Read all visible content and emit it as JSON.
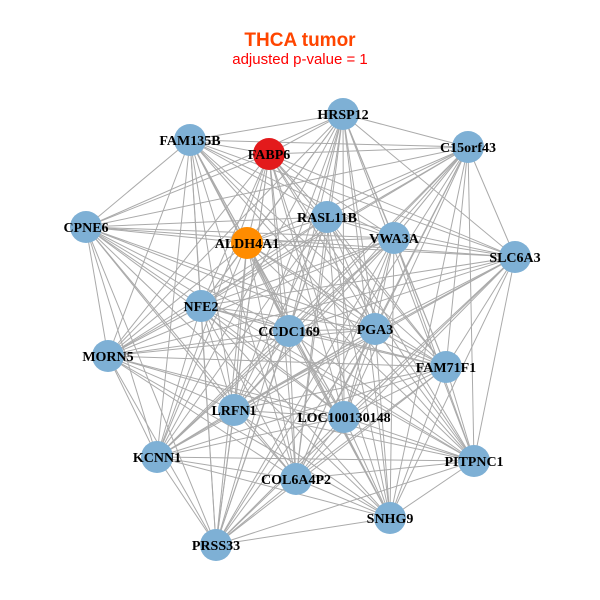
{
  "title": "THCA tumor",
  "subtitle": "adjusted p-value = 1",
  "colors": {
    "default_node": "#7eb0d5",
    "highlight_red": "#e31a1c",
    "highlight_orange": "#ff8c00",
    "edge": "#aaaaaa"
  },
  "nodes": [
    {
      "id": "HRSP12",
      "color": "default"
    },
    {
      "id": "FAM135B",
      "color": "default"
    },
    {
      "id": "FABP6",
      "color": "red"
    },
    {
      "id": "C15orf43",
      "color": "default"
    },
    {
      "id": "RASL11B",
      "color": "default"
    },
    {
      "id": "ALDH4A1",
      "color": "orange"
    },
    {
      "id": "VWA3A",
      "color": "default"
    },
    {
      "id": "CPNE6",
      "color": "default"
    },
    {
      "id": "SLC6A3",
      "color": "default"
    },
    {
      "id": "NFE2",
      "color": "default"
    },
    {
      "id": "CCDC169",
      "color": "default"
    },
    {
      "id": "PGA3",
      "color": "default"
    },
    {
      "id": "MORN5",
      "color": "default"
    },
    {
      "id": "FAM71F1",
      "color": "default"
    },
    {
      "id": "LRFN1",
      "color": "default"
    },
    {
      "id": "LOC100130148",
      "color": "default"
    },
    {
      "id": "KCNN1",
      "color": "default"
    },
    {
      "id": "PITPNC1",
      "color": "default"
    },
    {
      "id": "COL6A4P2",
      "color": "default"
    },
    {
      "id": "SNHG9",
      "color": "default"
    },
    {
      "id": "PRSS33",
      "color": "default"
    }
  ]
}
